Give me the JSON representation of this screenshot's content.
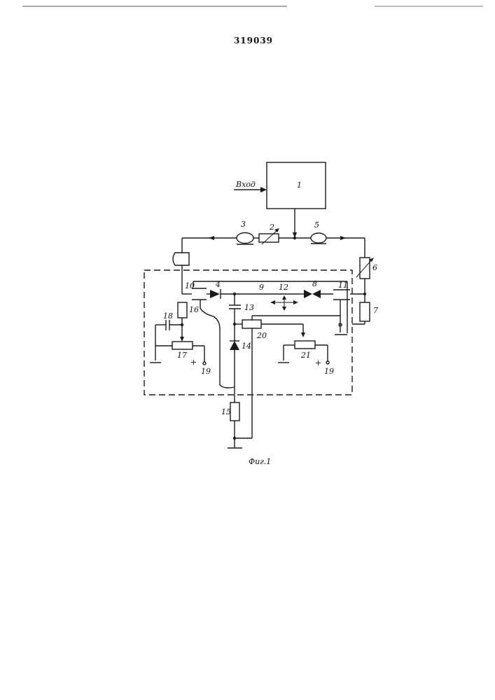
{
  "header": {
    "patent_number": "319039"
  },
  "diagram": {
    "input_label": "Вход",
    "caption": "Фиг.1",
    "components": {
      "c1": "1",
      "c2": "2",
      "c3": "3",
      "c4": "4",
      "c5": "5",
      "c6": "6",
      "c7": "7",
      "c8": "8",
      "c9": "9",
      "c10": "10",
      "c11": "11",
      "c12": "12",
      "c13": "13",
      "c14": "14",
      "c15": "15",
      "c16": "16",
      "c17": "17",
      "c18": "18",
      "c19a": "19",
      "c19b": "19",
      "c20": "20",
      "c21": "21"
    },
    "signs": {
      "plus_a": "+",
      "plus_b": "+"
    }
  }
}
